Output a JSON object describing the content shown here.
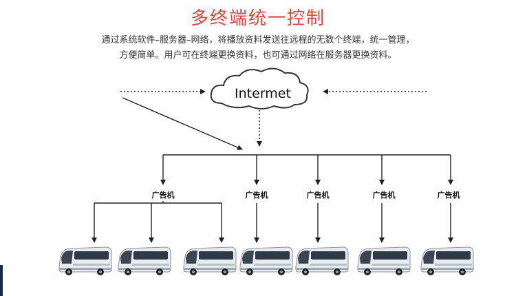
{
  "title": "多终端统一控制",
  "description": {
    "line1": "通过系统软件–服务器–网络，将播放资料发送往远程的无数个终端，统一管理，",
    "line2": "方便简单。用户可在终端更换资料，也可通过网络在服务器更换资料。"
  },
  "cloud": {
    "label": "Intermet"
  },
  "player_label": "广告机",
  "colors": {
    "title": "#e0463c",
    "line": "#222222",
    "dotted": "#555555"
  },
  "icons": {
    "vehicle": "bus-icon",
    "network": "cloud-icon"
  }
}
